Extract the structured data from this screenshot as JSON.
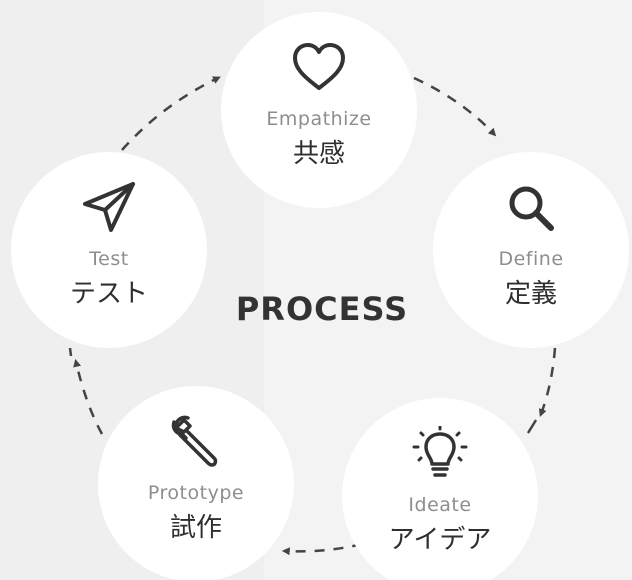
{
  "diagram": {
    "title": "PROCESS",
    "steps": [
      {
        "en": "Empathize",
        "jp": "共感",
        "icon": "heart-icon"
      },
      {
        "en": "Define",
        "jp": "定義",
        "icon": "search-icon"
      },
      {
        "en": "Ideate",
        "jp": "アイデア",
        "icon": "lightbulb-icon"
      },
      {
        "en": "Prototype",
        "jp": "試作",
        "icon": "wrench-icon"
      },
      {
        "en": "Test",
        "jp": "テスト",
        "icon": "send-icon"
      }
    ],
    "colors": {
      "background": "#f0f0f0",
      "circle": "#ffffff",
      "icon_and_text": "#333333",
      "english_label": "#8e8e8e",
      "arrow": "#444444"
    }
  }
}
